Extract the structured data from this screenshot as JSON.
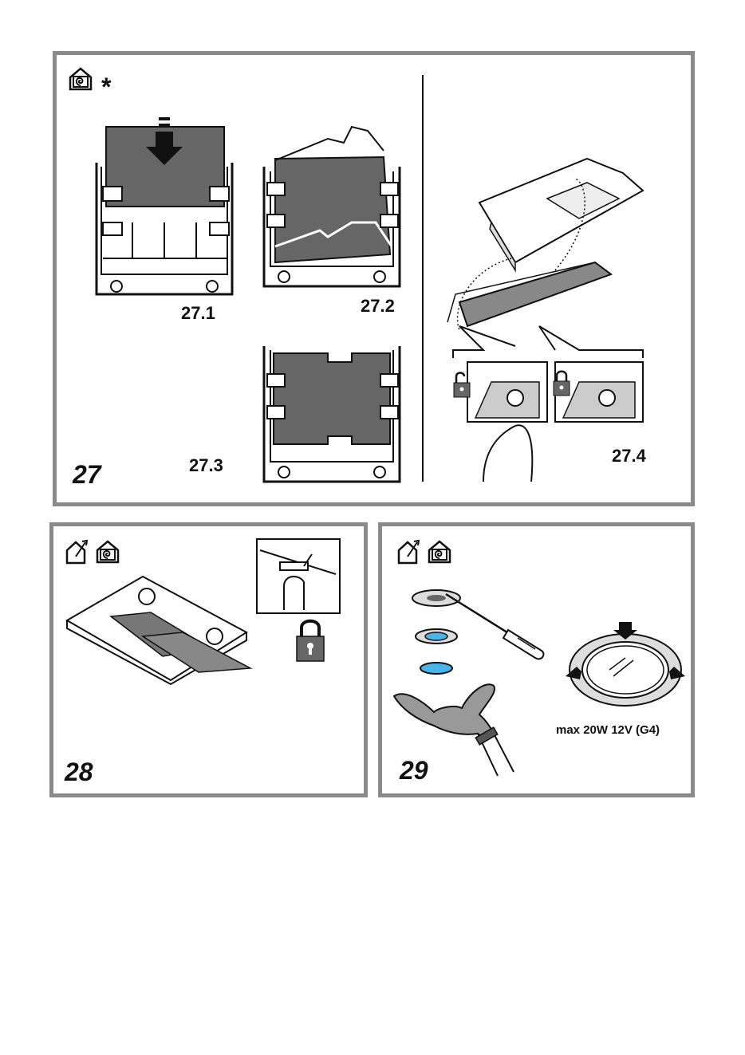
{
  "figure27": {
    "number": "27",
    "asterisk": "*",
    "steps": {
      "s1": "27.1",
      "s2": "27.2",
      "s3": "27.3",
      "s4": "27.4"
    }
  },
  "figure28": {
    "number": "28"
  },
  "figure29": {
    "number": "29",
    "lamp_spec": "max 20W 12V (G4)"
  },
  "icons": [
    "recirculation-mode-icon",
    "ducted-mode-icon",
    "padlock-icon",
    "screwdriver-icon",
    "glove-icon"
  ],
  "colors": {
    "frame": "#8a8a8a",
    "filter": "#666666",
    "lens": "#4ab3e8"
  }
}
